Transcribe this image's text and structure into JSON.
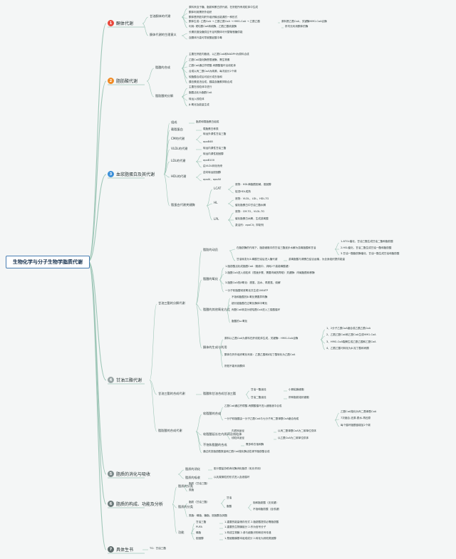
{
  "root": {
    "label": "生物化学与分子生物学脂质代谢"
  },
  "colors": {
    "c1": "#e8473b",
    "c2": "#f08a24",
    "c3": "#3a8fd8",
    "c4": "#9aa6a6",
    "c5": "#7c8a8a",
    "c6": "#6c7a7a",
    "c7": "#5c6a6a",
    "line": "#9fc7b8",
    "root_border": "#4a7fb3"
  },
  "branches": [
    {
      "num": "1",
      "label": "酮体代谢"
    },
    {
      "num": "2",
      "label": "脂肪酸代谢"
    },
    {
      "num": "3",
      "label": "血浆脂蛋白及其代谢"
    },
    {
      "num": "4",
      "label": "甘油三酯代谢"
    },
    {
      "num": "5",
      "label": "脂质的消化与吸收"
    },
    {
      "num": "6",
      "label": "脂质的构成、功能及分析"
    },
    {
      "num": "7",
      "label": "具体生书"
    }
  ],
  "b1": {
    "a": "甘油酮体的代谢",
    "a1": "原料来自于糖、脂肪和蛋白质代谢，在肝脏所有线粒体中生成",
    "a2": "酮体利用需肝外组织",
    "a3": "酮体是肝脏向肝外组织输出能源的一种形式",
    "a4": "酮体生成: 乙酰CoA → 乙酰乙酰CoA → HMG-CoA → 乙酰乙酸",
    "a4b": "原料是乙酰CoA，关键酶HMG-CoA合酶",
    "a5": "利用: 琥珀酰CoA转硫酶，乙酰乙酸硫激酶",
    "a5b": "肝内无利用酮体的酶",
    "b": "酮体代谢的生理意义",
    "b1": "长期饥饿及糖供应不足时酮体可代替葡萄糖供能",
    "b2": "血酮体升高可导致酮症酸中毒"
  },
  "b2": {
    "a": "脂酸的合成",
    "a1": "主要在肝脏内胞液，以乙酰CoA和NADPH为原料合成",
    "a2": "乙酰CoA羧化酶是限速酶，需生物素",
    "a3": "乙酰CoA通过柠檬酸-丙酮酸循环出线粒体",
    "a4": "合成以丙二酰CoA为碳源，每次延长2个碳",
    "a5": "软脂酸合成后可延长或去饱和",
    "a6": "胰岛素促进合成，胰高血糖素抑制合成",
    "b": "脂肪酸的分解",
    "b1": "主要在线粒体中进行",
    "b2": "脂酸活化为脂酰CoA",
    "b3": "转运入线粒体",
    "b4": "β-氧化及能量生成"
  },
  "b3": {
    "a": "组成",
    "a1": "脂质和载脂蛋白组成",
    "b": "载脂蛋白",
    "b1": "载脂蛋白种类",
    "c": "CM的代谢",
    "c1": "转运外源性甘油三酯",
    "c2": "apoB48",
    "d": "VLDL的代谢",
    "d1": "转运内源性甘油三酯",
    "e": "LDL的代谢",
    "e1": "转运内源性胆固醇",
    "e2": "apoB100",
    "e3": "由VLDL转化而来",
    "f": "HDL的代谢",
    "f1": "逆向转运胆固醇",
    "f2": "apoAI，apoAII",
    "g": "脂蛋白代谢关键酶",
    "g1": "LCAT",
    "g1a": "底物：HDL磷脂酰胆碱，胆固醇",
    "g1b": "促进HDL成熟",
    "g2": "HL",
    "g2a": "底物：VLDL，LDL，HDL-TG",
    "g2b": "催化脂蛋白中甘油三酯水解",
    "g3": "LPL",
    "g3a": "底物：CM-TG，VLDL-TG",
    "g3b": "催化脂蛋白水解，生成游离酸",
    "g3c": "激活剂：apoCII；抑制剂"
  },
  "b4": {
    "a": "甘油三酯的分解代谢",
    "a1": "脂肪的动员",
    "a1a": "在脂肪酶的作用下，脂肪细胞中的甘油三酯逐步水解为游离脂酸和甘油",
    "a1b": "1.ATGL催化，甘油三酯生成甘油二酯和脂肪酸",
    "a1c": "2.HSL催化，甘油二酯生成甘油一酯和脂肪酸",
    "a1d": "3.甘油一酯脂肪酶催化，甘油一酯生成甘油和脂肪酸",
    "a1e": "甘油转变为3-磷酸甘油后进入糖代谢",
    "a1f": "游离脂酸与清蛋白结合运输，为全身组织提供能量",
    "a2": "脂酸的氧化",
    "a2a": "1.脂肪酸活化成脂酰CoA（胞液中，消耗2个高能磷酸键）",
    "a2b": "2.脂酰CoA进入线粒体（限速步骤，需要肉碱的帮助）关键酶：肉碱脂酰转移酶",
    "a2c": "3.脂酰CoA的β氧化：脱氢、加水、再脱氢、硫解",
    "a2d": "一分子软脂酸彻底氧化共生成106ATP",
    "a3": "脂酸的其他氧化方式",
    "a3a": "不饱和脂酸的β-氧化需要异构酶",
    "a3b": "超长链脂酸在过氧化酶体中氧化",
    "a3c": "丙酰CoA转变为琥珀酰CoA进入三羧酸循环",
    "a3d": "脂酸的ω-氧化",
    "a4": "酮体的生成与利用",
    "a4a": "原料以乙酰CoA为原料在肝线粒体生成，关键酶：HMG-CoA合酶",
    "a4b1": "1、2分子乙酰CoA缩合成乙酰乙酰CoA",
    "a4b2": "2、乙酰乙酰CoA和乙酰CoA生成HMG-CoA",
    "a4b3": "3、HMG-CoA裂解生成乙酰乙酸和乙酰CoA",
    "a4b4": "4、乙酰乙酸可转化为β-羟丁酸和丙酮",
    "a4c": "酮体在肝外组织氧化利用：乙酰乙酸和β羟丁酸转化为乙酰CoA",
    "a4d": "肝脏不能利用酮体",
    "b": "甘油三酯的合成代谢",
    "b1": "脂酸和甘油合成甘油三酯",
    "b1a": "甘油一酯途径",
    "b1a2": "小肠粘膜细胞",
    "b1b": "甘油二酯途径",
    "b1b2": "肝和脂肪组织细胞",
    "c": "脂肪酸的合成代谢",
    "c1": "软脂酸的合成",
    "c1a": "乙酰CoA通过柠檬酸-丙酮酸循环进入细胞液中合成",
    "c1b": "一分子软脂酸由一分子乙酰CoA与七分子丙二酰单酰CoA缩合而成",
    "c1c": "乙酰CoA羧化为丙二酰单酰CoA",
    "c1d": "7次缩合-还原-脱水-再还原",
    "c1e": "每个循环脂酰链增加2个碳",
    "c2": "软脂酸延长在内质网及线粒体",
    "c2a": "内质网途径",
    "c2a2": "以丙二酰单酰CoA为二碳单位供体",
    "c2b": "线粒体途径",
    "c2b2": "以乙酰CoA为二碳单位供体",
    "c3": "不饱和脂酸的合成",
    "c3a": "需多种去饱和酶",
    "c4": "通过改变脂肪酸数量和乙酰CoA羧化酶活性调节脂肪酸合成"
  },
  "b5": {
    "a": "脂质的消化",
    "a1": "胆汁酸盐协助消化酶消化脂质（乳化作用）",
    "b": "脂质的吸收",
    "b1": "以乳糜微粒的形式进入血液循环"
  },
  "b6": {
    "a": "脂质的分类",
    "a1": "脂肪（甘油三酯）",
    "a2": "类脂",
    "b": "脂质的分类",
    "b1": "脂肪（甘油三酯）",
    "b1a": "甘油",
    "b1b": "脂酸",
    "b1b1": "饱和脂肪酸（无双键）",
    "b1b2": "不饱和脂肪酸（含双键）",
    "b2": "类脂：磷脂、糖脂、胆固醇及其酯",
    "c": "功能",
    "c1": "甘油三酯",
    "c1a": "1.重要的能量储存形式 2.脂肪酸提供必需脂肪酸",
    "c2": "PUFA",
    "c2a": "1.重要的生物膜组分 2.作为信号分子",
    "c3": "磷脂",
    "c3a": "1.构成生物膜 2.参与细胞识别和信号传递",
    "c4": "胆固醇",
    "c4a": "1.是细胞膜基本组成成分 2.转化为其他类固醇"
  },
  "b7": {
    "a": "TG：甘油三酯"
  }
}
